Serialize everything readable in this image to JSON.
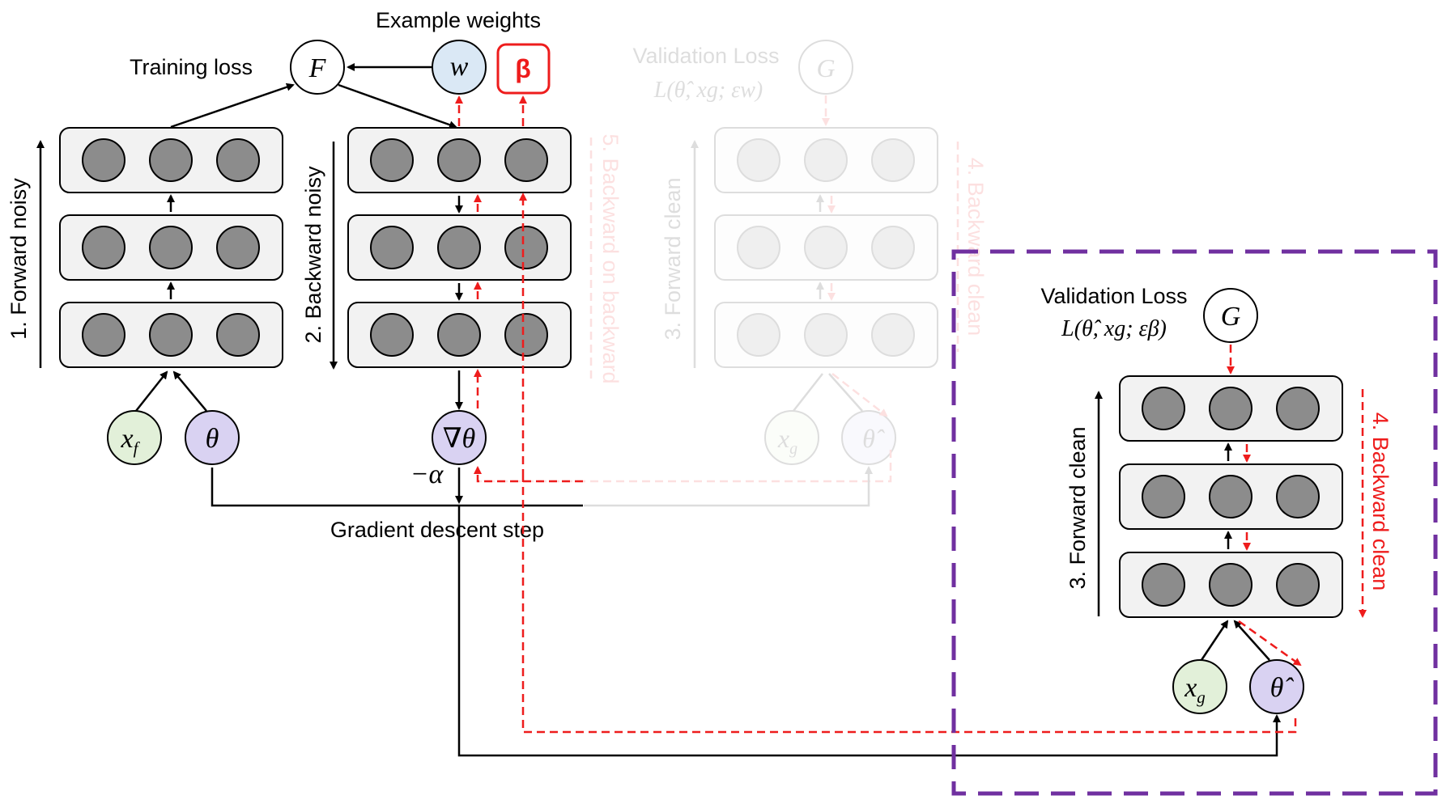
{
  "labels": {
    "example_weights": "Example weights",
    "training_loss": "Training loss",
    "forward_noisy": "1. Forward noisy",
    "backward_noisy": "2. Backward noisy",
    "gradient_descent_step": "Gradient descent step",
    "validation_loss_faded": "Validation Loss",
    "validation_loss_faded_formula": "L(θ̂, xg; εw)",
    "backward_on_backward": "5. Backward on backward",
    "forward_clean_faded": "3. Forward clean",
    "backward_clean_faded": "4. Backward clean",
    "validation_loss": "Validation Loss",
    "validation_loss_formula": "L(θ̂, xg; εβ)",
    "forward_clean": "3. Forward clean",
    "backward_clean": "4. Backward clean"
  },
  "nodes": {
    "F": "F",
    "w": "w",
    "beta": "β",
    "G": "G",
    "G_faded": "G",
    "x_f": "x",
    "x_f_sub": "f",
    "theta": "θ",
    "grad_theta": "∇θ",
    "neg_alpha": "−α",
    "x_g": "x",
    "x_g_sub": "g",
    "theta_hat": "θ̂",
    "x_g_faded": "x",
    "x_g_faded_sub": "g",
    "theta_hat_faded": "θ̂"
  },
  "colors": {
    "red_dashed": "#ee1c1c",
    "purple_box": "#7030a0",
    "layer_fill": "#f2f2f2",
    "neuron_fill": "#8c8c8c",
    "green_node": "#e2f0d9",
    "purple_node": "#d9d2f2",
    "blue_node": "#dae8f5"
  }
}
